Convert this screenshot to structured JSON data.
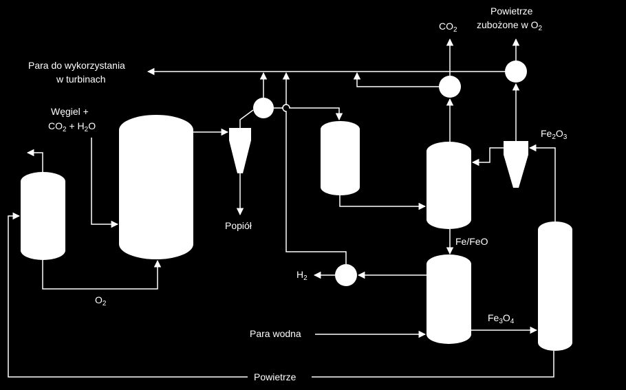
{
  "colors": {
    "background": "#000000",
    "foreground": "#ffffff"
  },
  "labels": {
    "steam_turbine_1": "Para do wykorzystania",
    "steam_turbine_2": "w turbinach",
    "coal_1": "Węgiel +",
    "coal_2_a": "CO",
    "coal_2_sub": "2",
    "coal_2_b": " + H",
    "coal_2_sub2": "2",
    "coal_2_c": "O",
    "co2": "CO",
    "co2_sub": "2",
    "depleted_air_1": "Powietrze",
    "depleted_air_2": "zubożone w O",
    "depleted_air_sub": "2",
    "fe2o3_a": "Fe",
    "fe2o3_s1": "2",
    "fe2o3_b": "O",
    "fe2o3_s2": "3",
    "ash": "Popiół",
    "fe_feo": "Fe/FeO",
    "h2": "H",
    "h2_sub": "2",
    "o2": "O",
    "o2_sub": "2",
    "fe3o4_a": "Fe",
    "fe3o4_s1": "3",
    "fe3o4_b": "O",
    "fe3o4_s2": "4",
    "steam_water": "Para wodna",
    "air": "Powietrze"
  }
}
